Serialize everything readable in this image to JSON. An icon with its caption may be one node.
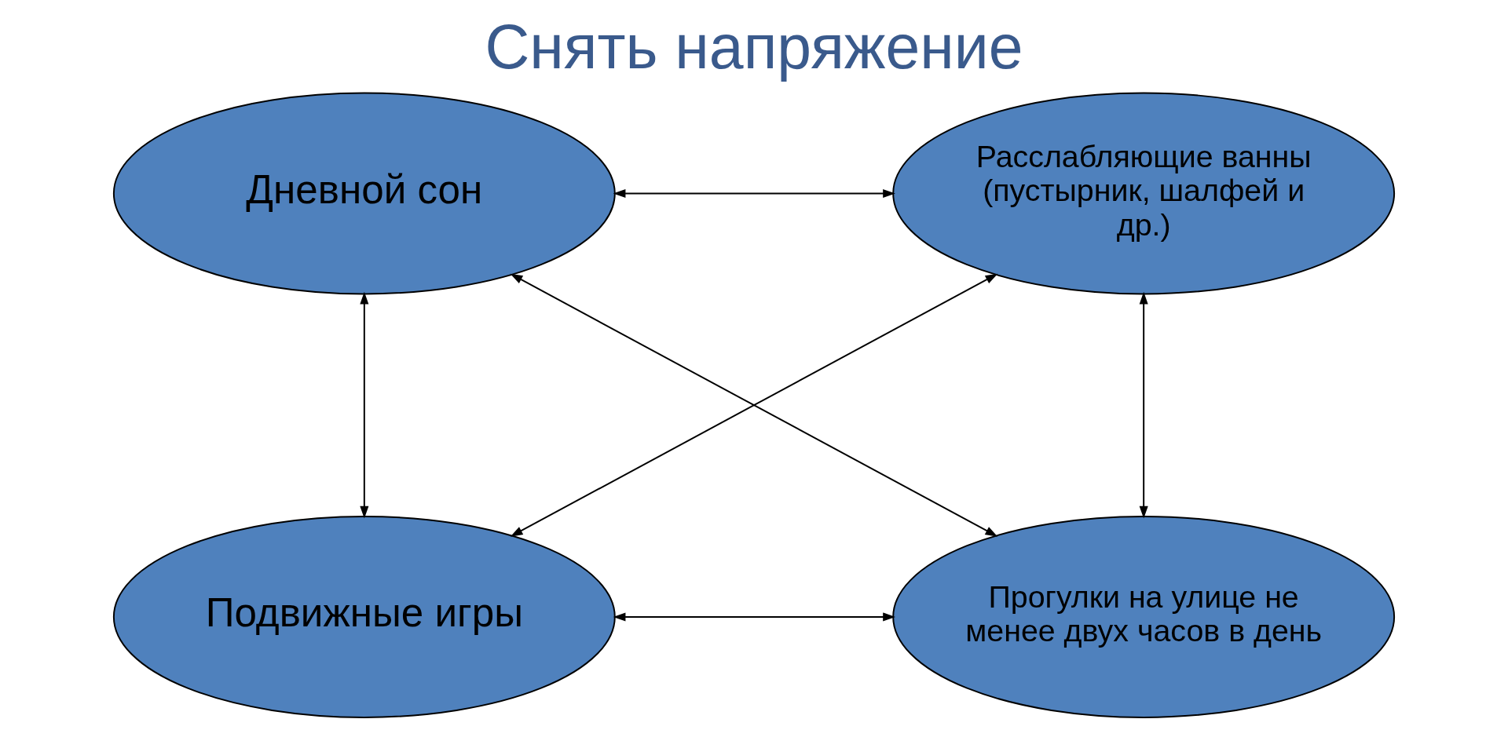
{
  "diagram": {
    "title": "Снять напряжение",
    "nodes": [
      {
        "text": [
          "Дневной сон"
        ]
      },
      {
        "text": [
          "Расслабляющие ванны (пустырник, шалфей и др.)"
        ]
      },
      {
        "text": [
          "Подвижные игры"
        ]
      },
      {
        "text": [
          "Прогулки на улице не менее двух часов в день"
        ]
      }
    ],
    "edges": [
      {
        "from": 0,
        "to": 1,
        "arrow": "both"
      },
      {
        "from": 0,
        "to": 2,
        "arrow": "both"
      },
      {
        "from": 0,
        "to": 3,
        "arrow": "both"
      },
      {
        "from": 2,
        "to": 1,
        "arrow": "both"
      },
      {
        "from": 1,
        "to": 3,
        "arrow": "both"
      },
      {
        "from": 2,
        "to": 3,
        "arrow": "both"
      }
    ]
  }
}
